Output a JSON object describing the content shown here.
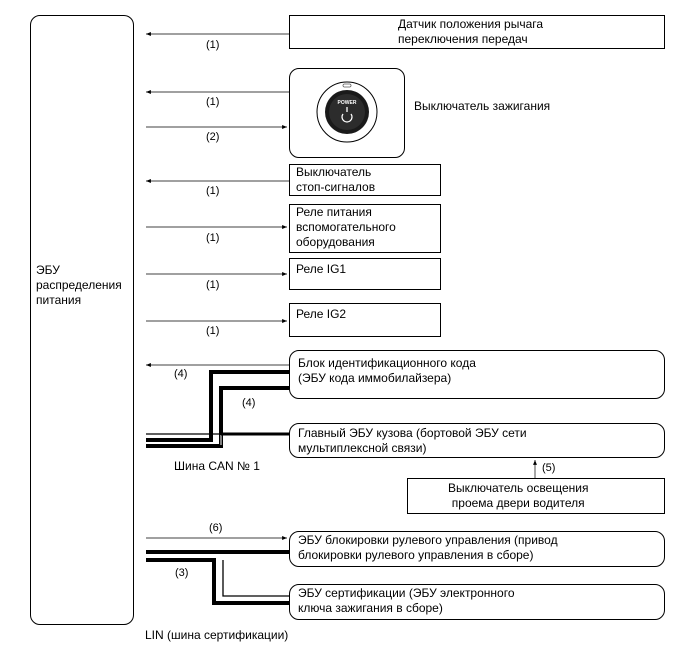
{
  "ecu": {
    "label": "ЭБУ\nраспределения\nпитания"
  },
  "components": {
    "gear_sensor": "Датчик положения рычага\nпереключения передач",
    "ignition_switch": "Выключатель зажигания",
    "power_button": "POWER",
    "stop_switch": "Выключатель\nстоп-сигналов",
    "acc_relay": "Реле питания\nвспомогательного\nоборудования",
    "ig1_relay": "Реле IG1",
    "ig2_relay": "Реле IG2",
    "immobilizer": "Блок идентификационного кода\n(ЭБУ кода иммобилайзера)",
    "main_body": "Главный ЭБУ кузова (бортовой ЭБУ сети\nмультиплексной связи)",
    "door_light_switch": "Выключатель освещения\nпроема двери водителя",
    "steering_lock": "ЭБУ блокировки рулевого управления (привод\nблокировки рулевого управления в сборе)",
    "certification": "ЭБУ сертификации (ЭБУ электронного\nключа зажигания в сборе)"
  },
  "signals": {
    "s1": "(1)",
    "s2": "(2)",
    "s3": "(3)",
    "s4": "(4)",
    "s5": "(5)",
    "s6": "(6)"
  },
  "buses": {
    "can": "Шина CAN № 1",
    "lin": "LIN (шина сертификации)"
  }
}
